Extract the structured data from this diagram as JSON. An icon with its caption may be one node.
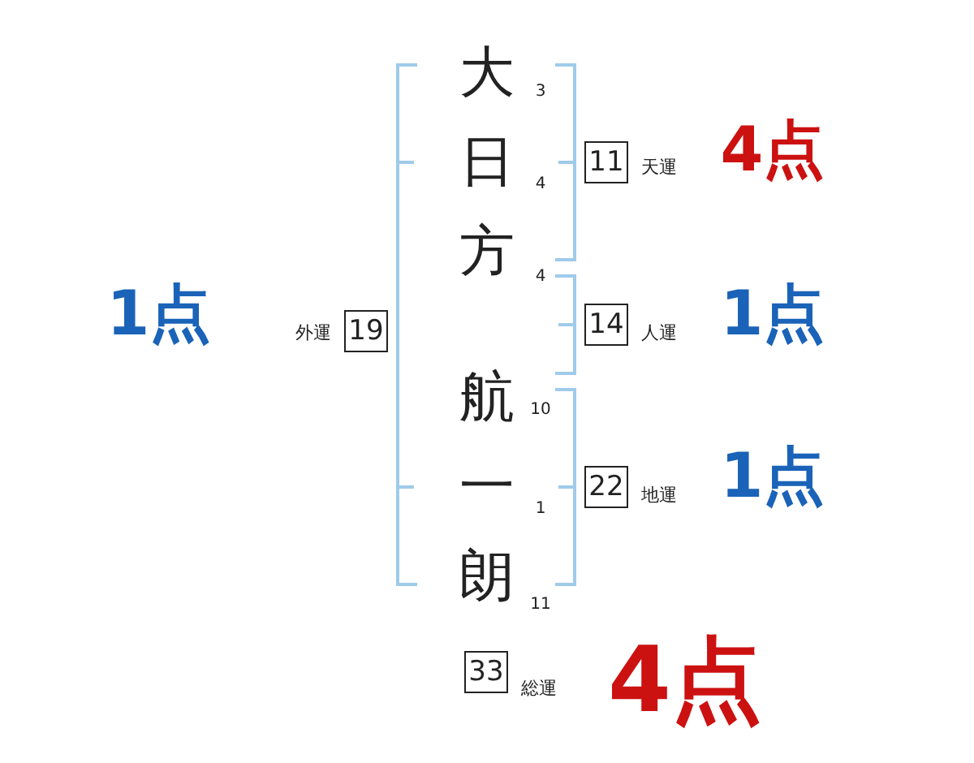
{
  "diagram": {
    "nodes": [
      {
        "text": [
          "19"
        ],
        "beside": [
          "外運",
          "1点"
        ]
      },
      {
        "text": [
          "11"
        ],
        "beside": [
          "天運",
          "4点"
        ]
      },
      {
        "text": [
          "14"
        ],
        "beside": [
          "人運",
          "1点"
        ]
      },
      {
        "text": [
          "22"
        ],
        "beside": [
          "地運",
          "1点"
        ]
      },
      {
        "text": [
          "33"
        ],
        "beside": [
          "総運",
          "4点"
        ]
      }
    ],
    "edges": [],
    "labels": [
      "大",
      "3",
      "日",
      "4",
      "方",
      "4",
      "航",
      "10",
      "一",
      "1",
      "朗",
      "11"
    ]
  }
}
